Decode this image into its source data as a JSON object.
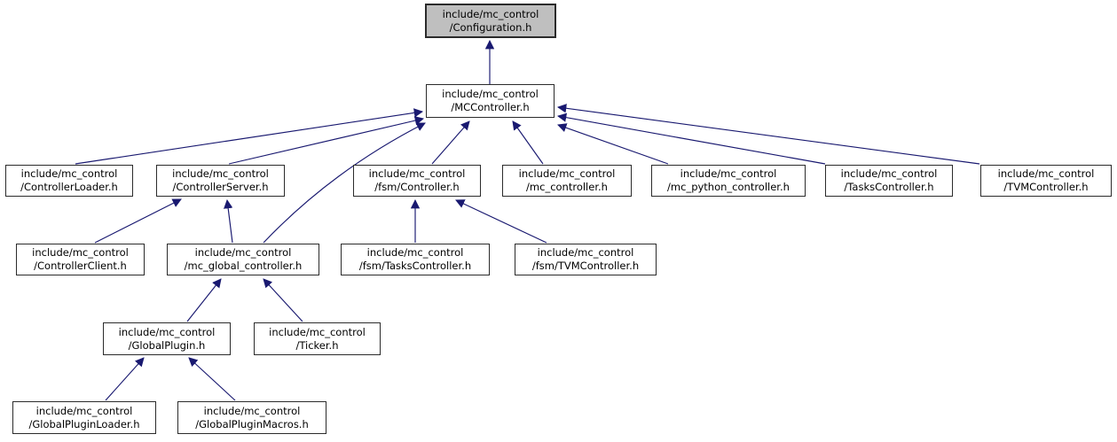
{
  "colors": {
    "arrow": "#191970",
    "highlight_fill": "#bfbfbf",
    "node_fill": "#ffffff",
    "border": "#2b2b2b",
    "bg": "#ffffff",
    "text": "#000000"
  },
  "graph": {
    "type": "include-dependency-graph",
    "highlighted_node": "include/mc_control/Configuration.h",
    "nodes": [
      {
        "id": "configuration",
        "label": "include/mc_control\n/Configuration.h",
        "highlighted": true
      },
      {
        "id": "mccontroller",
        "label": "include/mc_control\n/MCController.h",
        "highlighted": false
      },
      {
        "id": "controllerloader",
        "label": "include/mc_control\n/ControllerLoader.h",
        "highlighted": false
      },
      {
        "id": "controllerserver",
        "label": "include/mc_control\n/ControllerServer.h",
        "highlighted": false
      },
      {
        "id": "fsm_controller",
        "label": "include/mc_control\n/fsm/Controller.h",
        "highlighted": false
      },
      {
        "id": "mc_controller",
        "label": "include/mc_control\n/mc_controller.h",
        "highlighted": false
      },
      {
        "id": "mc_python_controller",
        "label": "include/mc_control\n/mc_python_controller.h",
        "highlighted": false
      },
      {
        "id": "taskscontroller",
        "label": "include/mc_control\n/TasksController.h",
        "highlighted": false
      },
      {
        "id": "tvmcontroller",
        "label": "include/mc_control\n/TVMController.h",
        "highlighted": false
      },
      {
        "id": "controllerclient",
        "label": "include/mc_control\n/ControllerClient.h",
        "highlighted": false
      },
      {
        "id": "mc_global_controller",
        "label": "include/mc_control\n/mc_global_controller.h",
        "highlighted": false
      },
      {
        "id": "fsm_taskscontroller",
        "label": "include/mc_control\n/fsm/TasksController.h",
        "highlighted": false
      },
      {
        "id": "fsm_tvmcontroller",
        "label": "include/mc_control\n/fsm/TVMController.h",
        "highlighted": false
      },
      {
        "id": "globalplugin",
        "label": "include/mc_control\n/GlobalPlugin.h",
        "highlighted": false
      },
      {
        "id": "ticker",
        "label": "include/mc_control\n/Ticker.h",
        "highlighted": false
      },
      {
        "id": "globalpluginloader",
        "label": "include/mc_control\n/GlobalPluginLoader.h",
        "highlighted": false
      },
      {
        "id": "globalpluginmacros",
        "label": "include/mc_control\n/GlobalPluginMacros.h",
        "highlighted": false
      }
    ],
    "edges": [
      {
        "from": "mccontroller",
        "to": "configuration"
      },
      {
        "from": "controllerloader",
        "to": "mccontroller"
      },
      {
        "from": "controllerserver",
        "to": "mccontroller"
      },
      {
        "from": "mc_global_controller",
        "to": "mccontroller"
      },
      {
        "from": "fsm_controller",
        "to": "mccontroller"
      },
      {
        "from": "mc_controller",
        "to": "mccontroller"
      },
      {
        "from": "mc_python_controller",
        "to": "mccontroller"
      },
      {
        "from": "taskscontroller",
        "to": "mccontroller"
      },
      {
        "from": "tvmcontroller",
        "to": "mccontroller"
      },
      {
        "from": "controllerclient",
        "to": "controllerserver"
      },
      {
        "from": "mc_global_controller",
        "to": "controllerserver"
      },
      {
        "from": "fsm_taskscontroller",
        "to": "fsm_controller"
      },
      {
        "from": "fsm_tvmcontroller",
        "to": "fsm_controller"
      },
      {
        "from": "globalplugin",
        "to": "mc_global_controller"
      },
      {
        "from": "ticker",
        "to": "mc_global_controller"
      },
      {
        "from": "globalpluginloader",
        "to": "globalplugin"
      },
      {
        "from": "globalpluginmacros",
        "to": "globalplugin"
      }
    ]
  }
}
